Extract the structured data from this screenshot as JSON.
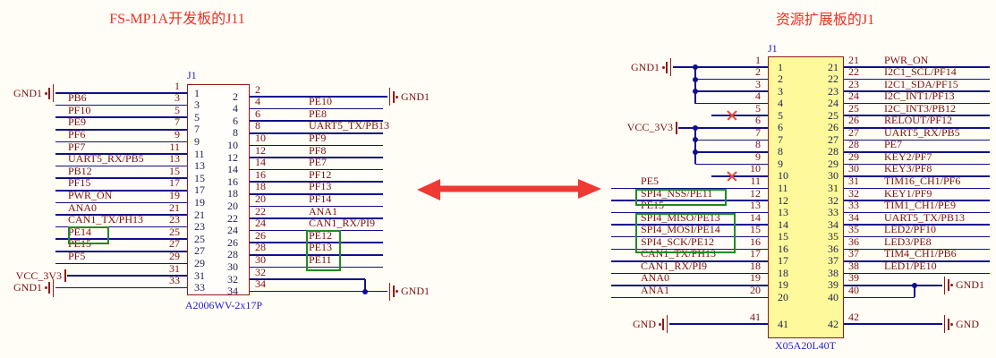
{
  "colors": {
    "background": "#FFFDF6",
    "wire": "#10108C",
    "pin_text": "#7D1010",
    "internal_num": "#1F1F4E",
    "body_border": "#8F1A1A",
    "body_fill_left": "#FFFEFA",
    "body_fill_right": "#FEFA9B",
    "designator": "#2121CE",
    "title": "#ED3024",
    "highlight_box": "#1F8B24",
    "arrow": "#EE3A33",
    "nc_x": "#E84545",
    "symbol": "#8F1A1A"
  },
  "left_connector": {
    "title": "FS-MP1A开发板的J11",
    "designator": "J1",
    "part_number": "A2006WV-2x17P",
    "left_pins": [
      {
        "num": "1",
        "sym": "gnd",
        "net": "GND1"
      },
      {
        "num": "3",
        "label": "PB6"
      },
      {
        "num": "5",
        "label": "PF10"
      },
      {
        "num": "7",
        "label": "PE9"
      },
      {
        "num": "9",
        "label": "PF6"
      },
      {
        "num": "11",
        "label": "PF7"
      },
      {
        "num": "13",
        "label": "UART5_RX/PB5"
      },
      {
        "num": "15",
        "label": "PB12"
      },
      {
        "num": "17",
        "label": "PF15"
      },
      {
        "num": "19",
        "label": "PWR_ON"
      },
      {
        "num": "21",
        "label": "ANA0"
      },
      {
        "num": "23",
        "label": "CAN1_TX/PH13"
      },
      {
        "num": "25",
        "label": "PE14",
        "box": true
      },
      {
        "num": "27",
        "label": "PE15"
      },
      {
        "num": "29",
        "label": "PF5"
      },
      {
        "num": "31",
        "sym": "pwr",
        "net": "VCC_3V3"
      },
      {
        "num": "33",
        "sym": "gnd",
        "net": "GND1"
      }
    ],
    "right_pins": [
      {
        "num": "2",
        "sym": "gnd",
        "net": "GND1"
      },
      {
        "num": "4",
        "label": "PE10"
      },
      {
        "num": "6",
        "label": "PE8"
      },
      {
        "num": "8",
        "label": "UART5_TX/PB13"
      },
      {
        "num": "10",
        "label": "PF9"
      },
      {
        "num": "12",
        "label": "PF8"
      },
      {
        "num": "14",
        "label": "PE7"
      },
      {
        "num": "16",
        "label": "PF12"
      },
      {
        "num": "18",
        "label": "PF13"
      },
      {
        "num": "20",
        "label": "PF14"
      },
      {
        "num": "22",
        "label": "ANA1"
      },
      {
        "num": "24",
        "label": "CAN1_RX/PI9"
      },
      {
        "num": "26",
        "label": "PE12",
        "box": true
      },
      {
        "num": "28",
        "label": "PE13",
        "box": true
      },
      {
        "num": "30",
        "label": "PE11",
        "box": true
      },
      {
        "num": "32",
        "join": "down"
      },
      {
        "num": "34",
        "sym": "gnd",
        "net": "GND1",
        "join_dot": true
      }
    ]
  },
  "right_connector": {
    "title": "资源扩展板的J1",
    "designator": "J1",
    "part_number": "X05A20L40T",
    "left_pins": [
      {
        "num": "1",
        "sym": "gnd",
        "net": "GND1",
        "bus": "start"
      },
      {
        "num": "2",
        "bus": "mid"
      },
      {
        "num": "3",
        "bus": "mid"
      },
      {
        "num": "4",
        "bus": "end"
      },
      {
        "num": "5",
        "nc": true
      },
      {
        "num": "6",
        "sym": "pwr",
        "net": "VCC_3V3",
        "bus": "start"
      },
      {
        "num": "7",
        "bus": "mid"
      },
      {
        "num": "8",
        "bus": "mid"
      },
      {
        "num": "9",
        "bus": "end"
      },
      {
        "num": "10",
        "nc": true
      },
      {
        "num": "11",
        "label": "PE5"
      },
      {
        "num": "12",
        "label": "SPI4_NSS/PE11",
        "box": true
      },
      {
        "num": "13",
        "label": "PE15"
      },
      {
        "num": "14",
        "label": "SPI4_MISO/PE13",
        "box": true
      },
      {
        "num": "15",
        "label": "SPI4_MOSI/PE14",
        "box": true
      },
      {
        "num": "16",
        "label": "SPI4_SCK/PE12",
        "box": true
      },
      {
        "num": "17",
        "label": "CAN1_TX/PH13"
      },
      {
        "num": "18",
        "label": "CAN1_RX/PI9"
      },
      {
        "num": "19",
        "label": "ANA0"
      },
      {
        "num": "20",
        "label": "ANA1"
      },
      {
        "num": "41",
        "sym": "gnd",
        "net": "GND"
      }
    ],
    "right_pins": [
      {
        "num": "21",
        "label": "PWR_ON"
      },
      {
        "num": "22",
        "label": "I2C1_SCL/PF14"
      },
      {
        "num": "23",
        "label": "I2C1_SDA/PF15"
      },
      {
        "num": "24",
        "label": "I2C_INT1/PF13"
      },
      {
        "num": "25",
        "label": "I2C_INT3/PB12"
      },
      {
        "num": "26",
        "label": "RELOUT/PF12"
      },
      {
        "num": "27",
        "label": "UART5_RX/PB5"
      },
      {
        "num": "28",
        "label": "PE7"
      },
      {
        "num": "29",
        "label": "KEY2/PF7"
      },
      {
        "num": "30",
        "label": "KEY3/PF8"
      },
      {
        "num": "31",
        "label": "TIM16_CH1/PF6"
      },
      {
        "num": "32",
        "label": "KEY1/PF9"
      },
      {
        "num": "33",
        "label": "TIM1_CH1/PE9"
      },
      {
        "num": "34",
        "label": "UART5_TX/PB13"
      },
      {
        "num": "35",
        "label": "LED2/PF10"
      },
      {
        "num": "36",
        "label": "LED3/PE8"
      },
      {
        "num": "37",
        "label": "TIM4_CH1/PB6"
      },
      {
        "num": "38",
        "label": "LED1/PE10"
      },
      {
        "num": "39",
        "sym": "gnd",
        "net": "GND1",
        "join_dot": true
      },
      {
        "num": "40",
        "join": "up"
      },
      {
        "num": "42",
        "sym": "gnd",
        "net": "GND"
      }
    ]
  }
}
